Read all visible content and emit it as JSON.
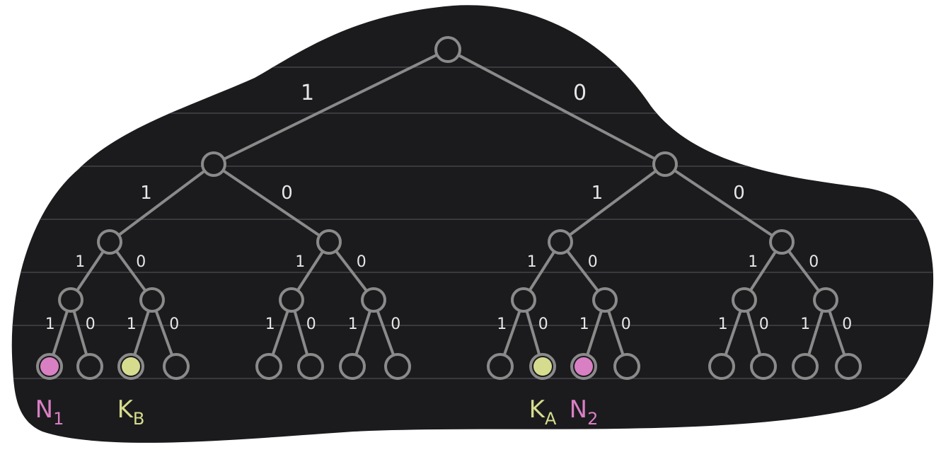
{
  "colors": {
    "background": "#1b1b1e",
    "page": "#ffffff",
    "edge": "#8a8a8a",
    "label": "#e6e6e6",
    "pink": "#d97fc4",
    "yellow": "#d6dc8e"
  },
  "tree": {
    "depth": 4,
    "left_edge_label": "1",
    "right_edge_label": "0"
  },
  "markers": [
    {
      "leaf_index": 0,
      "color": "pink",
      "label": "N",
      "subscript": "1"
    },
    {
      "leaf_index": 2,
      "color": "yellow",
      "label": "K",
      "subscript": "B"
    },
    {
      "leaf_index": 9,
      "color": "yellow",
      "label": "K",
      "subscript": "A"
    },
    {
      "leaf_index": 10,
      "color": "pink",
      "label": "N",
      "subscript": "2"
    }
  ]
}
